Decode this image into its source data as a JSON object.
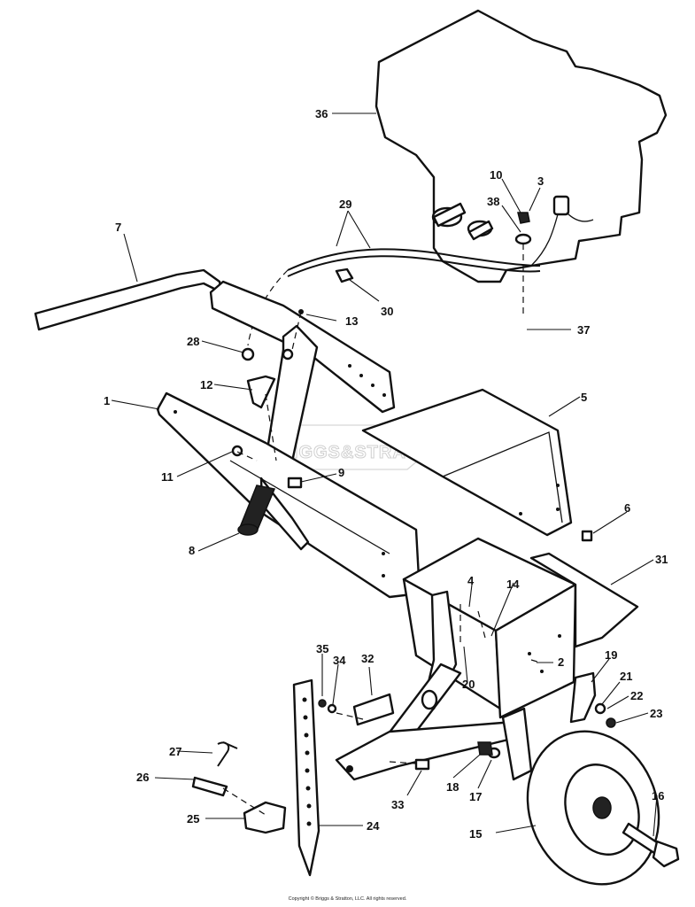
{
  "watermark": "BRIGGS&STRATTON",
  "copyright": "Copyright © Briggs & Stratton, LLC. All rights reserved.",
  "callouts": [
    "36",
    "10",
    "3",
    "38",
    "29",
    "7",
    "30",
    "13",
    "37",
    "28",
    "12",
    "1",
    "5",
    "11",
    "9",
    "8",
    "6",
    "31",
    "4",
    "14",
    "2",
    "19",
    "21",
    "22",
    "23",
    "35",
    "34",
    "32",
    "20",
    "27",
    "26",
    "18",
    "17",
    "16",
    "33",
    "25",
    "24",
    "15"
  ]
}
